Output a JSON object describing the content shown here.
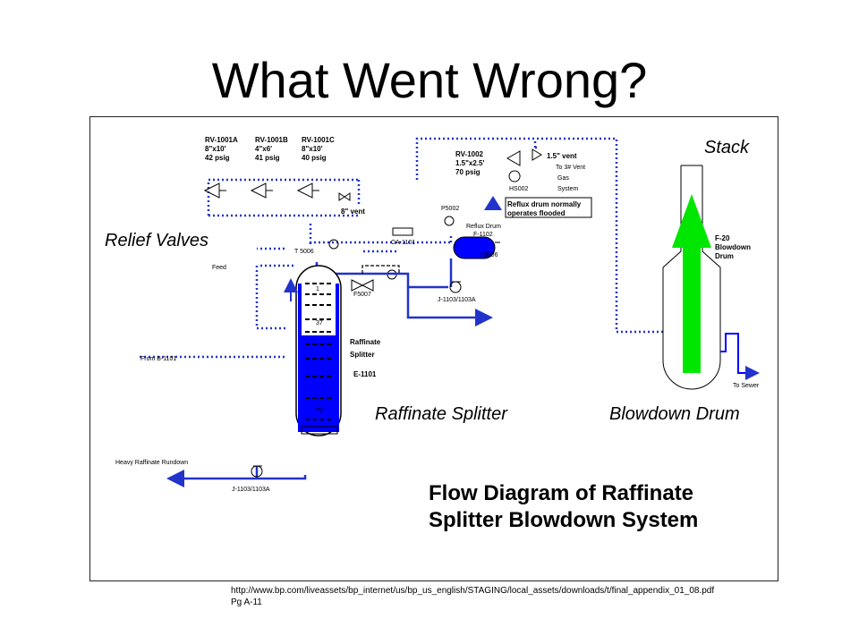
{
  "slide": {
    "title": "What Went Wrong?",
    "source_url": "http://www.bp.com/liveassets/bp_internet/us/bp_us_english/STAGING/local_assets/downloads/t/final_appendix_01_08.pdf",
    "page_ref": "Pg A-11"
  },
  "callouts": {
    "stack": "Stack",
    "relief_valves": "Relief Valves",
    "raffinate_splitter": "Raffinate Splitter",
    "blowdown_drum": "Blowdown Drum"
  },
  "caption": {
    "line1": "Flow Diagram of Raffinate",
    "line2": "Splitter Blowdown System"
  },
  "labels": {
    "rv1001a": [
      "RV-1001A",
      "8\"x10'",
      "42 psig"
    ],
    "rv1001b": [
      "RV-1001B",
      "4\"x6'",
      "41 psig"
    ],
    "rv1001c": [
      "RV-1001C",
      "8\"x10'",
      "40 psig"
    ],
    "rv1002": [
      "RV-1002",
      "1.5\"x2.5'",
      "70 psig"
    ],
    "vent_8": "8\" vent",
    "vent_15": "1.5\" vent",
    "to_vent": "To 3# Vent",
    "gas": "Gas",
    "system": "System",
    "hs002": "HS002",
    "reflux_note": [
      "Reflux drum normally",
      "operates flooded"
    ],
    "p5002": "P5002",
    "reflux_drum": [
      "Reflux Drum",
      "F-1102"
    ],
    "l5006": "L5006",
    "ca1101": "CA-1101",
    "t5006": "T 5006",
    "feed": "Feed",
    "f5007": "F5007",
    "pump_top": "J-1103/1103A",
    "pump_bottom": "J-1103/1103A",
    "from_b1101": "From B-1101",
    "tray_1": "1",
    "tray_37": "37",
    "tray_70": "70",
    "raffinate": "Raffinate",
    "splitter": "Splitter",
    "e1101": "E-1101",
    "heavy_rundown": "Heavy Raffinate Rundown",
    "f20": [
      "F-20",
      "Blowdown",
      "Drum"
    ],
    "to_sewer": "To Sewer"
  },
  "colors": {
    "line_blue": "#2233cc",
    "fill_blue": "#0000ff",
    "arrow_green": "#00e600"
  }
}
